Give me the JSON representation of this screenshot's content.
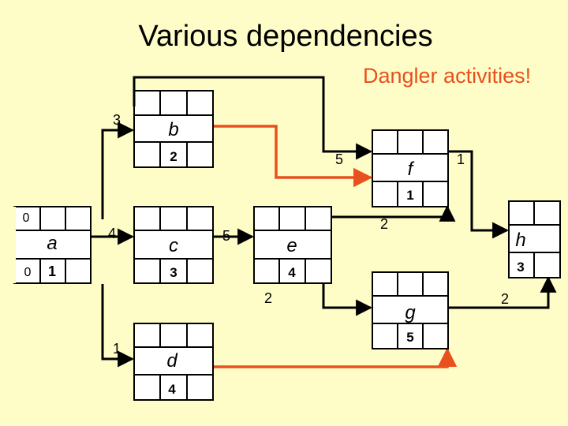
{
  "title": "Various dependencies",
  "subtitle": "Dangler activities!",
  "colors": {
    "background": "#fefdc8",
    "box_fill": "#ffffff",
    "dangler": "#e8501e",
    "line": "#000000"
  },
  "nodes": {
    "a": {
      "name": "a",
      "es": "0",
      "ls": "0",
      "duration": "1"
    },
    "b": {
      "name": "b",
      "duration": "2"
    },
    "c": {
      "name": "c",
      "duration": "3"
    },
    "d": {
      "name": "d",
      "duration": "4"
    },
    "e": {
      "name": "e",
      "duration": "4"
    },
    "f": {
      "name": "f",
      "duration": "1"
    },
    "g": {
      "name": "g",
      "duration": "5"
    },
    "h": {
      "name": "h",
      "duration": "3"
    }
  },
  "lags": {
    "a_b": "3",
    "a_c": "4",
    "a_d": "1",
    "c_e": "5",
    "b_f": "5",
    "f_out": "1",
    "e_f": "2",
    "e_g": "2",
    "g_h": "2"
  }
}
